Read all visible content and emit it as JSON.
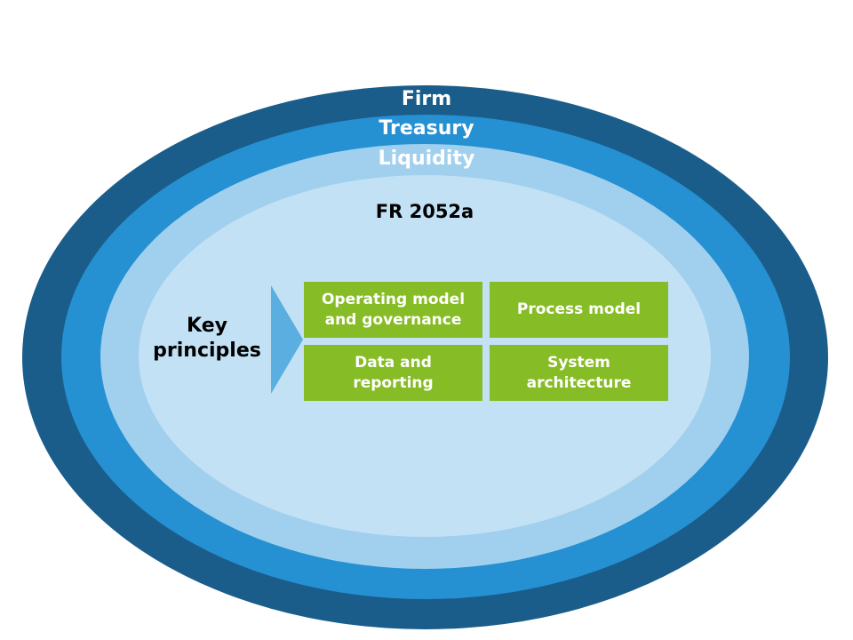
{
  "colors": {
    "firm": "#1a5d8a",
    "treasury": "#2590d2",
    "liquidity": "#a0d0ee",
    "fr": "#c3e1f5",
    "chevron": "#5aaee0",
    "box": "#86bc25",
    "box_text": "#ffffff",
    "label_dark": "#000000"
  },
  "rings": {
    "firm": "Firm",
    "treasury": "Treasury",
    "liquidity": "Liquidity",
    "fr": "FR 2052a"
  },
  "key_principles": {
    "line1": "Key",
    "line2": "principles"
  },
  "boxes": [
    {
      "line1": "Operating model",
      "line2": "and governance"
    },
    {
      "line1": "Process model",
      "line2": ""
    },
    {
      "line1": "Data and",
      "line2": "reporting"
    },
    {
      "line1": "System",
      "line2": "architecture"
    }
  ]
}
